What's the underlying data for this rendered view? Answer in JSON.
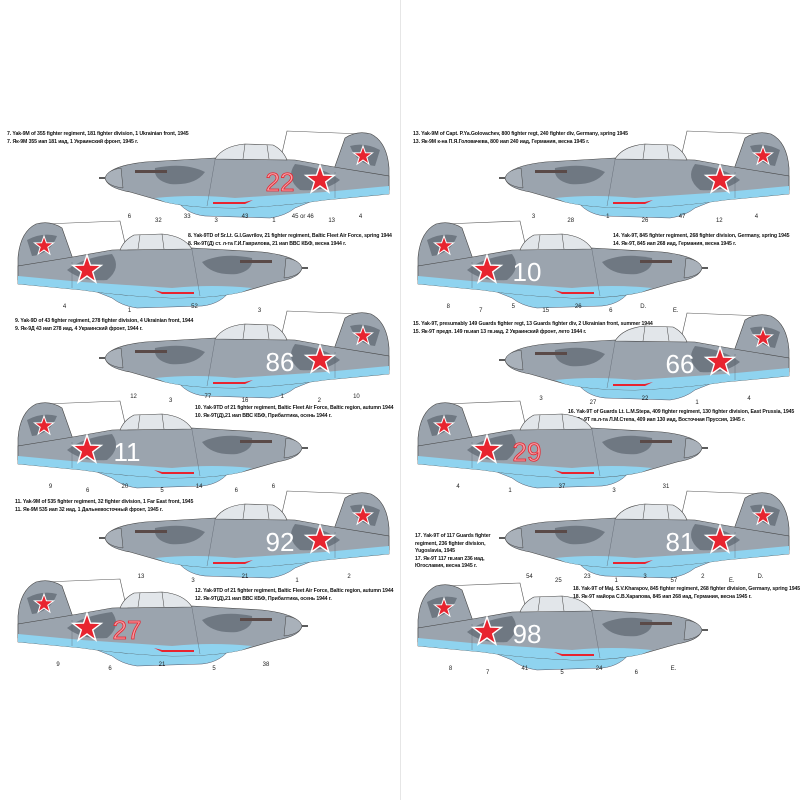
{
  "colors": {
    "upper_gray": "#9ba4ae",
    "dark_gray": "#6f7882",
    "belly_blue": "#8fd3ef",
    "star_red": "#e8242f",
    "canopy": "#e2e6ea"
  },
  "profiles": [
    {
      "id": "p7",
      "facing": "left",
      "tail_number": "22",
      "callouts": [
        "6",
        "32",
        "33",
        "3",
        "43",
        "1",
        "45 or 46",
        "13",
        "4"
      ],
      "caption": [
        "7. Yak-9M of 355 fighter regiment, 181 fighter division, 1 Ukrainian front, 1945",
        "7. Як-9М 355 иап 181 иад, 1 Украинский фронт, 1945 г."
      ]
    },
    {
      "id": "p8",
      "facing": "right",
      "tail_number": "",
      "callouts": [
        "4",
        "1",
        "52",
        "3"
      ],
      "caption": [
        "8. Yak-9TD of Sr.Lt. G.I.Gavrilov, 21 fighter regiment, Baltic Fleet Air Force, spring 1944",
        "8. Як-9Т(Д) ст. л-та Г.И.Гаврилова, 21 иап ВВС КБФ, весна 1944 г."
      ]
    },
    {
      "id": "p9",
      "facing": "left",
      "tail_number": "86",
      "callouts": [
        "12",
        "3",
        "77",
        "16",
        "1",
        "2",
        "10"
      ],
      "caption": [
        "9. Yak-9D of 43 fighter regiment, 278 fighter division, 4 Ukrainian front, 1944",
        "9. Як-9Д 43 иап 278 иад, 4 Украинский фронт, 1944 г."
      ]
    },
    {
      "id": "p10",
      "facing": "right",
      "tail_number": "11",
      "callouts": [
        "9",
        "6",
        "20",
        "5",
        "14",
        "6",
        "6"
      ],
      "caption": [
        "10. Yak-9TD of 21 fighter regiment, Baltic Fleet Air Force, Baltic region, autumn 1944",
        "10. Як-9Т(Д),21 иап ВВС КБФ, Прибалтика, осень 1944 г."
      ]
    },
    {
      "id": "p11",
      "facing": "left",
      "tail_number": "92",
      "callouts": [
        "13",
        "3",
        "21",
        "1",
        "2"
      ],
      "caption": [
        "11. Yak-9M of 535 fighter regiment, 32 fighter division, 1 Far East front, 1945",
        "11. Як-9М 535 иап 32 иад, 1 Дальневосточный фронт, 1945 г."
      ]
    },
    {
      "id": "p12",
      "facing": "right",
      "tail_number": "27",
      "callouts": [
        "9",
        "6",
        "21",
        "5",
        "38"
      ],
      "caption": [
        "12. Yak-9TD of 21 fighter regiment, Baltic Fleet Air Force, Baltic region, autumn 1944",
        "12. Як-9Т(Д),21 иап ВВС КБФ, Прибалтика, осень 1944 г."
      ]
    },
    {
      "id": "p13",
      "facing": "left",
      "tail_number": "",
      "callouts": [
        "3",
        "28",
        "1",
        "26",
        "47",
        "12",
        "4"
      ],
      "caption": [
        "13. Yak-9M of Capt. P.Ya.Golovachev, 800 fighter regt, 240 fighter div, Germany, spring 1945",
        "13. Як-9М к-на П.Я.Головачева, 800 иап 240 иад, Германия, весна 1945 г."
      ]
    },
    {
      "id": "p14",
      "facing": "right",
      "tail_number": "10",
      "callouts": [
        "8",
        "7",
        "5",
        "15",
        "26",
        "6",
        "D.",
        "E."
      ],
      "caption": [
        "14. Yak-9T, 845 fighter regiment, 268 fighter division, Germany, spring 1945",
        "14. Як-9Т, 845 иап 268 иад, Германия, весна 1945 г."
      ]
    },
    {
      "id": "p15",
      "facing": "left",
      "tail_number": "66",
      "callouts": [
        "3",
        "27",
        "22",
        "1",
        "4"
      ],
      "caption": [
        "15. Yak-9T, presumably 149 Guards fighter regt, 13 Guards fighter div, 2 Ukrainian front, summer 1944",
        "15. Як-9Т предп. 149 гв.иап 13 гв.иад, 2 Украинский фронт, лето 1944 г."
      ]
    },
    {
      "id": "p16",
      "facing": "right",
      "tail_number": "29",
      "callouts": [
        "4",
        "1",
        "37",
        "3",
        "31"
      ],
      "caption": [
        "16. Yak-9T of Guards Lt. L.M.Stepa, 409 fighter regiment, 130 fighter division, East Prussia, 1945",
        "16. Як-9Т гв.л-та Л.М.Степа, 409 иап 130 иад, Восточная Пруссия, 1945 г."
      ]
    },
    {
      "id": "p17",
      "facing": "left",
      "tail_number": "81",
      "callouts": [
        "54",
        "25",
        "23",
        "1",
        "3",
        "57",
        "2",
        "E.",
        "D."
      ],
      "caption": [
        "17. Yak-9T of 117 Guards fighter regiment, 236 fighter division, Yugoslavia, 1945",
        "17. Як-9Т 117 гв.иап 236 иад, Югославия, весна 1945 г."
      ]
    },
    {
      "id": "p18",
      "facing": "right",
      "tail_number": "98",
      "callouts": [
        "8",
        "7",
        "41",
        "5",
        "24",
        "6",
        "E."
      ],
      "caption": [
        "18. Yak-9T of Maj. S.V.Kharapov, 845 fighter regiment, 268 fighter division, Germany, spring 1945",
        "18. Як-9Т майора С.В.Харапова, 845 иап 268 иад, Германия, весна 1945 г."
      ]
    }
  ]
}
